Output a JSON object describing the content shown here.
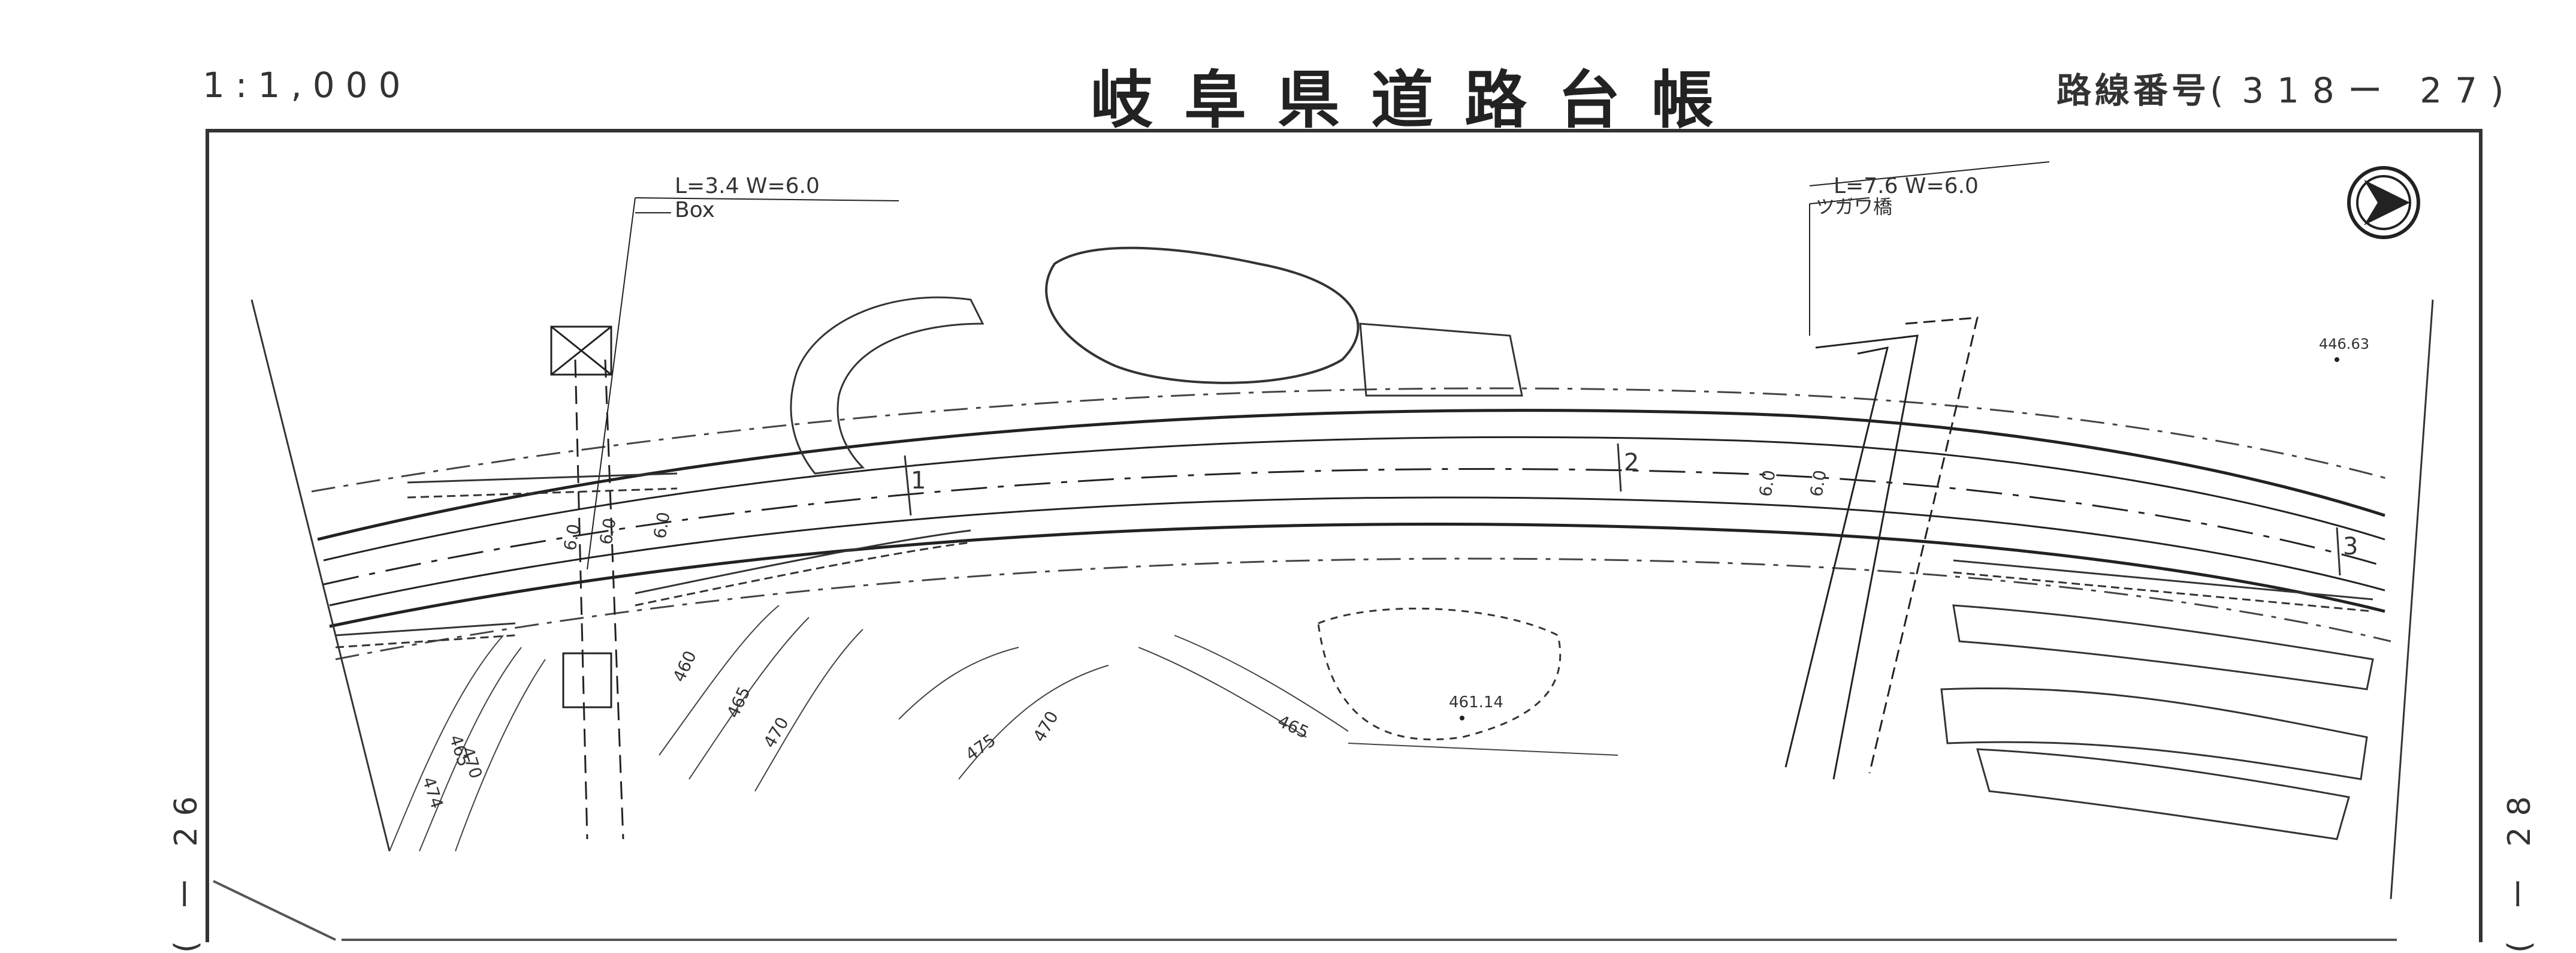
{
  "header": {
    "scale": "1:1,000",
    "title": "岐阜県道路台帳",
    "route_label": "路線番号",
    "route_number": "318ー 27"
  },
  "sheets": {
    "left": "ー 26",
    "right": "ー 28"
  },
  "map": {
    "structures": [
      {
        "dimensions": "L=3.4 W=6.0",
        "type": "Box"
      },
      {
        "dimensions": "L=7.6 W=6.0",
        "name": "ツガワ橋"
      }
    ],
    "road_stations": [
      "1",
      "2",
      "3"
    ],
    "road_width_labels": [
      "6.0",
      "6.0",
      "6.0",
      "6.0",
      "6.0"
    ],
    "contour_labels": [
      "465",
      "470",
      "474",
      "460",
      "465",
      "470",
      "475",
      "470",
      "465"
    ],
    "spot_elevations": [
      "461.14",
      "446.63"
    ],
    "north_arrow": "north-arrow-icon"
  }
}
